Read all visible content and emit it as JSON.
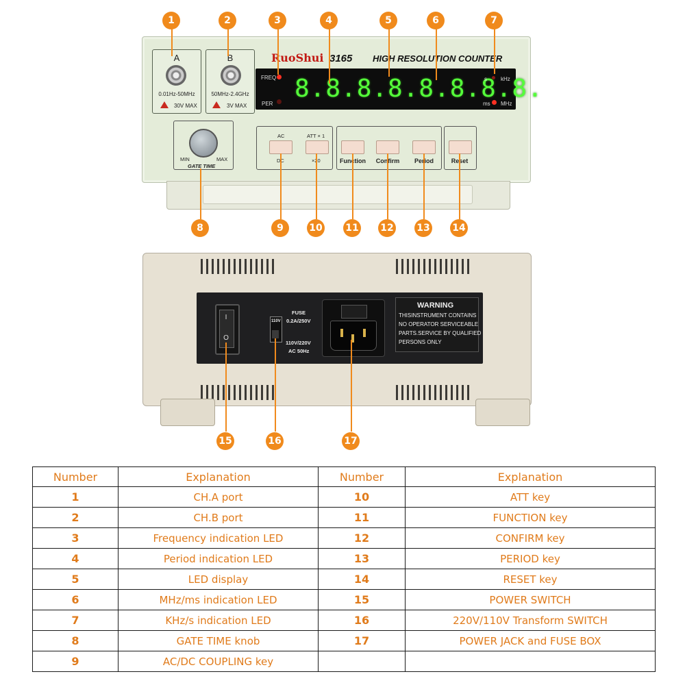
{
  "front_panel": {
    "brand": "RuoShui",
    "model": "3165",
    "title": "HIGH RESOLUTION COUNTER",
    "port_a": {
      "letter": "A",
      "range": "0.01Hz-50MHz",
      "max": "30V MAX"
    },
    "port_b": {
      "letter": "B",
      "range": "50MHz-2.4GHz",
      "max": "3V  MAX"
    },
    "display": {
      "digits": "8.8.8.8.8.8.8.8.",
      "freq_label": "FREQ",
      "per_label": "PER",
      "s_label": "s",
      "khz_label": "kHz",
      "ms_label": "ms",
      "mhz_label": "MHz"
    },
    "gate": {
      "min": "MIN",
      "max": "MAX",
      "label": "GATE TIME"
    },
    "coupling": {
      "ac": "AC",
      "dc": "DC"
    },
    "att": {
      "x1": "ATT × 1",
      "x20": "×20"
    },
    "keys": {
      "function": "Function",
      "confirm": "Confirm",
      "period": "Period",
      "reset": "Reset"
    }
  },
  "rear_panel": {
    "switch_on": "I",
    "switch_off": "O",
    "fuse_label": "FUSE",
    "fuse_rating": "0.2A/250V",
    "voltage_selector": "110V",
    "mains_rating": "110V/220V",
    "mains_freq": "AC 50Hz",
    "warning_title": "WARNING",
    "warning_lines": [
      "THISINSTRUMENT CONTAINS",
      "NO OPERATOR SERVICEABLE",
      "PARTS.SERVICE BY QUALIFIED",
      "PERSONS  ONLY"
    ]
  },
  "callouts": [
    "1",
    "2",
    "3",
    "4",
    "5",
    "6",
    "7",
    "8",
    "9",
    "10",
    "11",
    "12",
    "13",
    "14",
    "15",
    "16",
    "17"
  ],
  "table": {
    "headers": [
      "Number",
      "Explanation",
      "Number",
      "Explanation"
    ],
    "rows": [
      {
        "n1": "1",
        "e1": "CH.A port",
        "n2": "10",
        "e2": "ATT key"
      },
      {
        "n1": "2",
        "e1": "CH.B port",
        "n2": "11",
        "e2": "FUNCTION key"
      },
      {
        "n1": "3",
        "e1": "Frequency indication LED",
        "n2": "12",
        "e2": "CONFIRM key"
      },
      {
        "n1": "4",
        "e1": "Period indication LED",
        "n2": "13",
        "e2": "PERIOD key"
      },
      {
        "n1": "5",
        "e1": "LED display",
        "n2": "14",
        "e2": "RESET key"
      },
      {
        "n1": "6",
        "e1": "MHz/ms indication LED",
        "n2": "15",
        "e2": "POWER SWITCH"
      },
      {
        "n1": "7",
        "e1": "KHz/s indication LED",
        "n2": "16",
        "e2": "220V/110V Transform SWITCH"
      },
      {
        "n1": "8",
        "e1": "GATE TIME knob",
        "n2": "17",
        "e2": "POWER JACK and FUSE BOX"
      },
      {
        "n1": "9",
        "e1": "AC/DC COUPLING key",
        "n2": "",
        "e2": ""
      }
    ]
  }
}
